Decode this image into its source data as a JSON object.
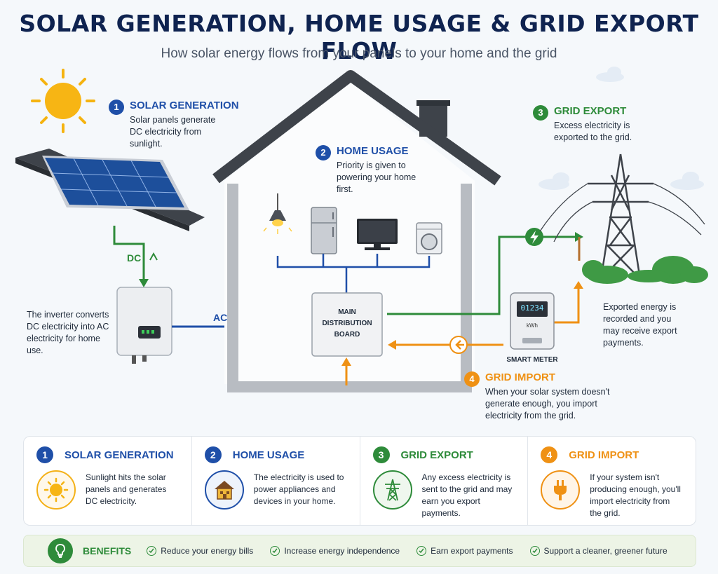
{
  "header": {
    "title": "SOLAR GENERATION, HOME USAGE & GRID EXPORT FLOW",
    "subtitle": "How solar energy flows from your panels to your home and the grid"
  },
  "colors": {
    "blue": "#1f4fa8",
    "green": "#2e8b3a",
    "orange": "#ef9114",
    "navy": "#0f2350"
  },
  "diagram": {
    "step1": {
      "number": "1",
      "title": "SOLAR GENERATION",
      "text": "Solar panels generate DC electricity from sunlight."
    },
    "step2": {
      "number": "2",
      "title": "HOME USAGE",
      "text": "Priority is given to powering your home first."
    },
    "step3": {
      "number": "3",
      "title": "GRID EXPORT",
      "text": "Excess electricity is exported to the grid."
    },
    "step4": {
      "number": "4",
      "title": "GRID IMPORT",
      "text": "When your solar system doesn't generate enough, you import electricity from the grid."
    },
    "inverter_note": "The inverter converts DC electricity into AC electricity for home use.",
    "dc_label": "DC",
    "ac_label": "AC",
    "board_label": "MAIN DISTRIBUTION BOARD",
    "meter": {
      "label": "SMART METER",
      "reading": "01234",
      "unit": "kWh"
    },
    "export_note": "Exported energy is recorded and you may receive export payments.",
    "appliances": [
      "ceiling-light",
      "fridge",
      "television",
      "washing-machine"
    ]
  },
  "summary": [
    {
      "number": "1",
      "title": "SOLAR GENERATION",
      "text": "Sunlight hits the solar panels and generates DC electricity.",
      "icon": "sun-icon"
    },
    {
      "number": "2",
      "title": "HOME USAGE",
      "text": "The electricity is used to power appliances and devices in your home.",
      "icon": "house-icon"
    },
    {
      "number": "3",
      "title": "GRID EXPORT",
      "text": "Any excess electricity is sent to the grid and may earn you export payments.",
      "icon": "pylon-icon"
    },
    {
      "number": "4",
      "title": "GRID IMPORT",
      "text": "If your system isn't producing enough, you'll import electricity from the grid.",
      "icon": "plug-icon"
    }
  ],
  "benefits": {
    "title": "BENEFITS",
    "icon": "lightbulb-icon",
    "items": [
      "Reduce your energy bills",
      "Increase energy independence",
      "Earn export payments",
      "Support a cleaner, greener future"
    ]
  }
}
